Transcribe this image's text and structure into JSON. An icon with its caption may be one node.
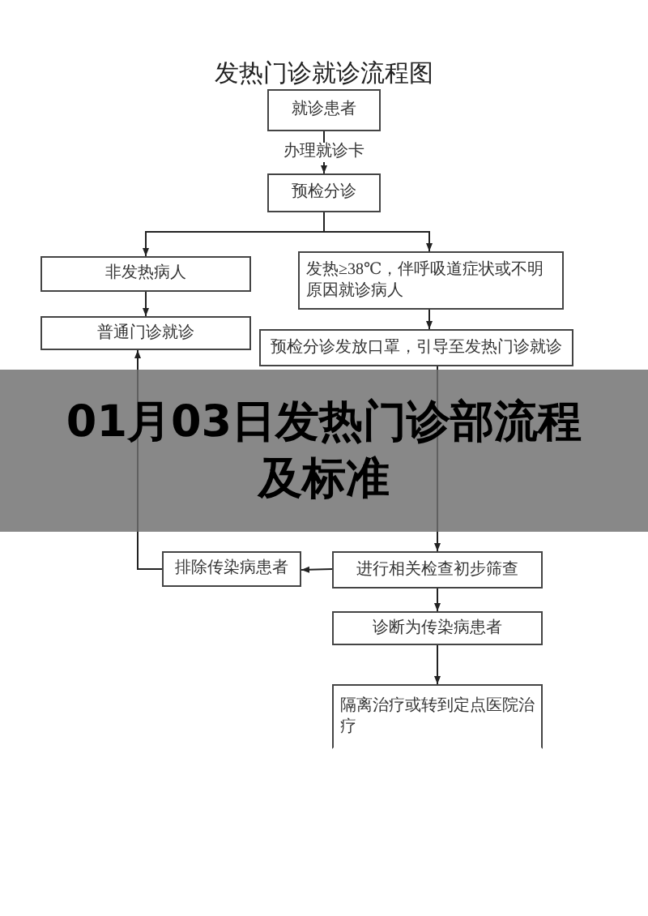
{
  "diagram": {
    "title": "发热门诊就诊流程图",
    "nodes": [
      {
        "text": [
          "就诊患者"
        ]
      },
      {
        "text": [
          "预检分诊"
        ]
      },
      {
        "text": [
          "非发热病人"
        ]
      },
      {
        "text": [
          "发热≥38℃，伴呼吸道症状或不明原因就诊病人"
        ]
      },
      {
        "text": [
          "普通门诊就诊"
        ]
      },
      {
        "text": [
          "预检分诊发放口罩，引导至发热门诊就诊"
        ]
      },
      {
        "text": [
          "排除传染病患者"
        ]
      },
      {
        "text": [
          "进行相关检查初步筛查"
        ]
      },
      {
        "text": [
          "诊断为传染病患者"
        ]
      },
      {
        "text": [
          "隔离治疗或转到定点医院治疗"
        ]
      }
    ],
    "edges": [
      {
        "from": 0,
        "to": 1,
        "arrow": "to",
        "label": "办理就诊卡"
      },
      {
        "from": 1,
        "to": 2,
        "arrow": "to"
      },
      {
        "from": 1,
        "to": 3,
        "arrow": "to"
      },
      {
        "from": 2,
        "to": 4,
        "arrow": "to"
      },
      {
        "from": 3,
        "to": 5,
        "arrow": "to"
      },
      {
        "from": 5,
        "to": 7,
        "arrow": "to"
      },
      {
        "from": 7,
        "to": 6,
        "arrow": "to"
      },
      {
        "from": 6,
        "to": 4,
        "arrow": "to"
      },
      {
        "from": 7,
        "to": 8,
        "arrow": "to"
      },
      {
        "from": 8,
        "to": 9,
        "arrow": "to"
      }
    ],
    "labels": [
      "01月03日发热门诊部流程及标准"
    ]
  }
}
